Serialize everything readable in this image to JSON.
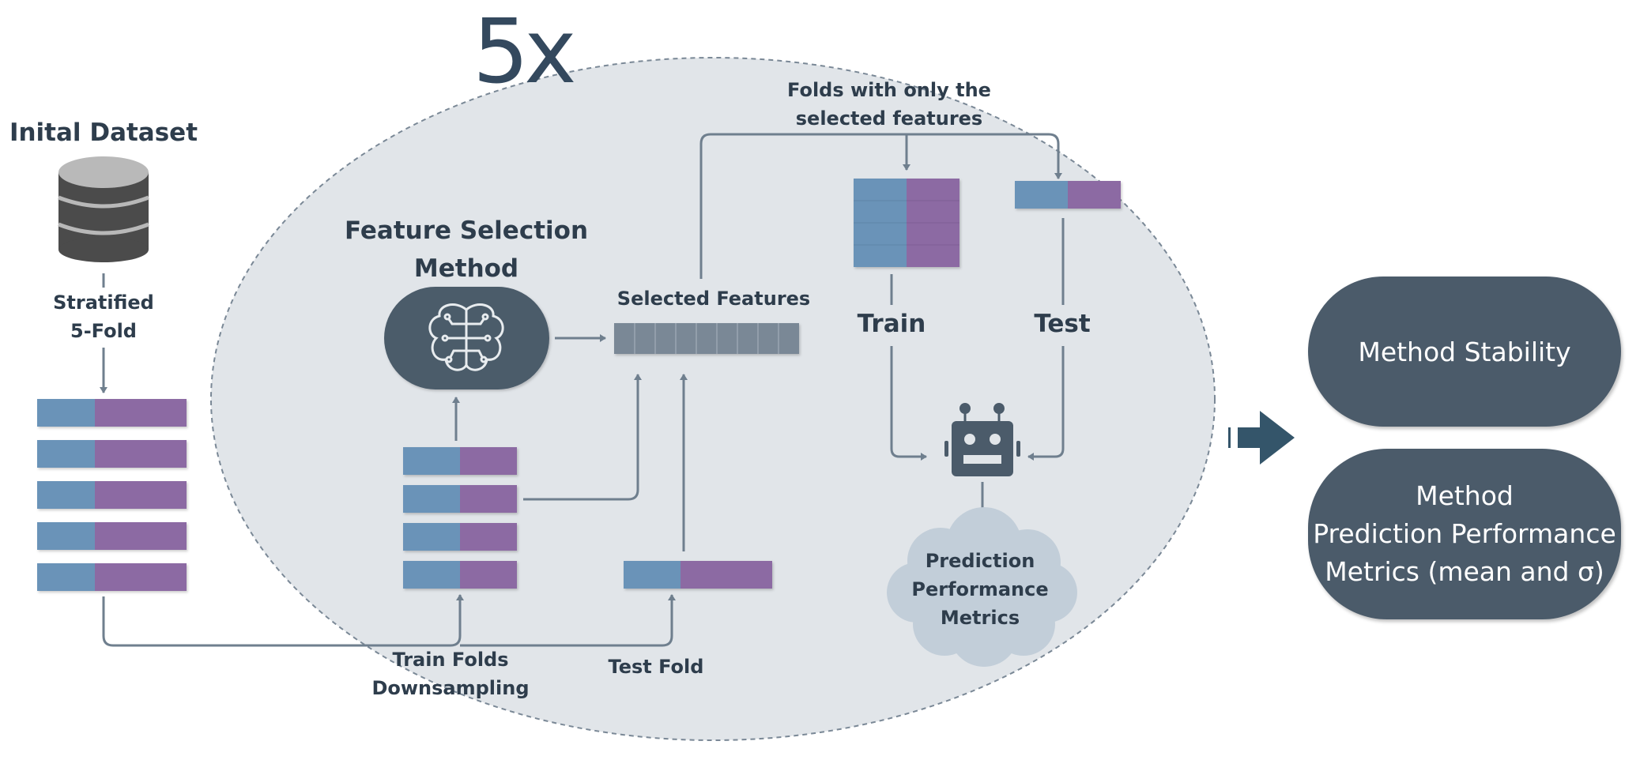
{
  "repeat": "5x",
  "dataset": {
    "title": "Inital Dataset",
    "split": "Stratified\n5-Fold"
  },
  "fs": {
    "title": "Feature Selection\nMethod",
    "selected": "Selected Features"
  },
  "folds": {
    "train": "Train Folds\nDownsampling",
    "test": "Test Fold",
    "only_selected": "Folds with only the\nselected features"
  },
  "model": {
    "train": "Train",
    "test": "Test",
    "metrics": "Prediction\nPerformance\nMetrics"
  },
  "outputs": {
    "stability": "Method Stability",
    "performance": "Method\nPrediction Performance\nMetrics (mean and σ)"
  },
  "colors": {
    "feature_blue": "#6b93b8",
    "label_purple": "#8c6ba3",
    "dark": "#4b5b6a",
    "ellipse": "#e1e5e9"
  }
}
